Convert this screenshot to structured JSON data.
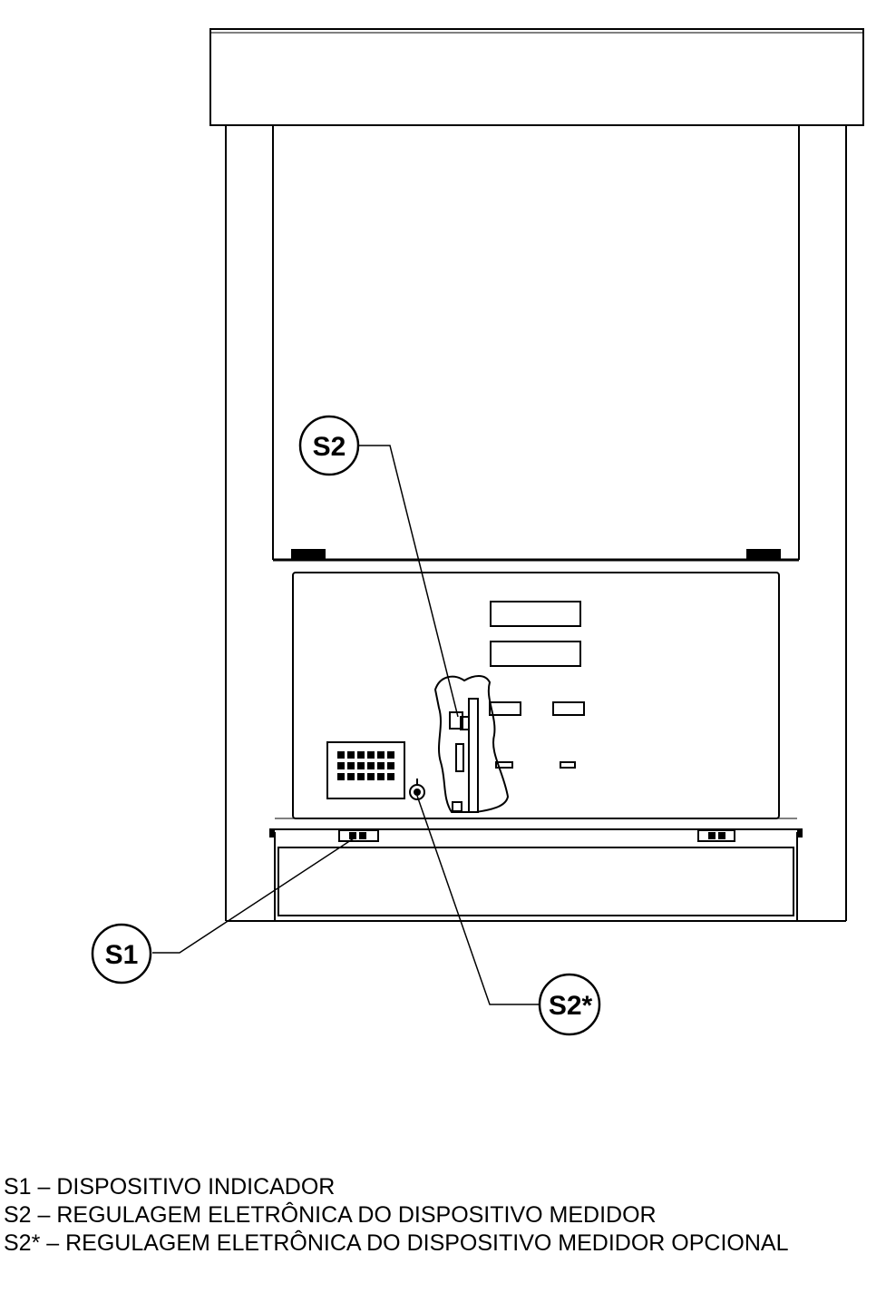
{
  "callouts": {
    "s2": "S2",
    "s1": "S1",
    "s2_optional": "S2*"
  },
  "legend": {
    "items": [
      "S1 – DISPOSITIVO INDICADOR",
      "S2 – REGULAGEM ELETRÔNICA DO DISPOSITIVO MEDIDOR",
      "S2* – REGULAGEM ELETRÔNICA DO DISPOSITIVO MEDIDOR OPCIONAL"
    ]
  }
}
